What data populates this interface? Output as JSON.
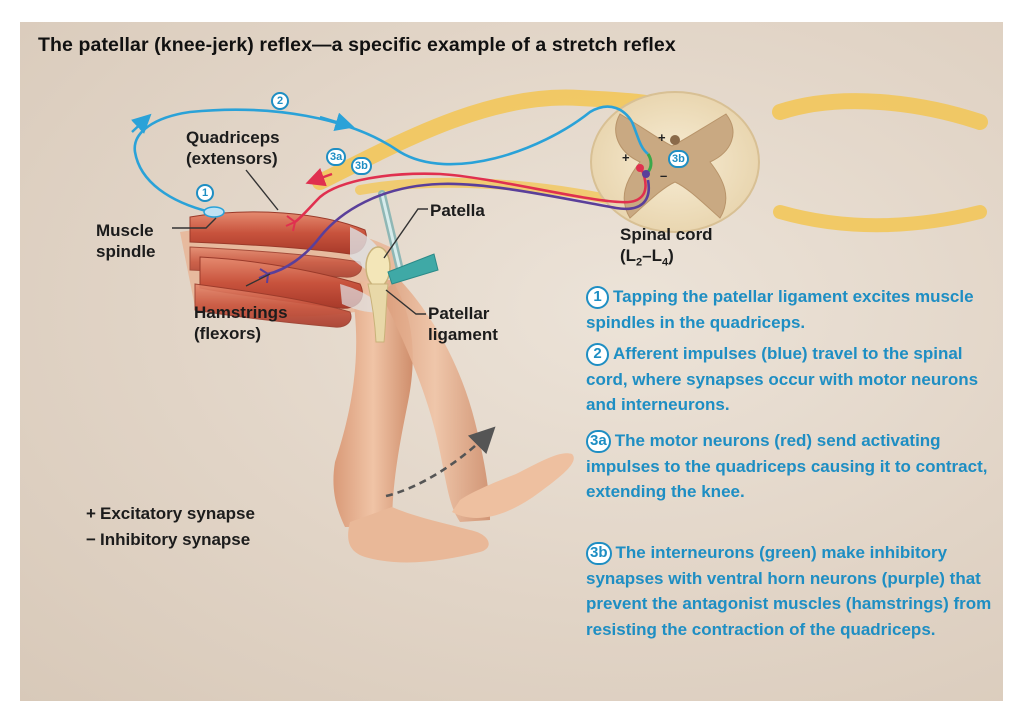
{
  "title": "The patellar (knee-jerk) reflex—a specific example of a stretch reflex",
  "labels": {
    "quadriceps": [
      "Quadriceps",
      "(extensors)"
    ],
    "muscle_spindle": [
      "Muscle",
      "spindle"
    ],
    "hamstrings": [
      "Hamstrings",
      "(flexors)"
    ],
    "patella": "Patella",
    "patellar_ligament": [
      "Patellar",
      "ligament"
    ],
    "spinal_cord": "Spinal cord",
    "spinal_level": {
      "open": "(L",
      "sub1": "2",
      "dash": "–L",
      "sub2": "4",
      "close": ")"
    }
  },
  "markers": {
    "m1": "1",
    "m2": "2",
    "m3a": "3a",
    "m3b": "3b",
    "plus": "+",
    "minus": "–"
  },
  "steps": [
    {
      "badge": "1",
      "text": "Tapping the patellar ligament excites muscle spindles in the quadriceps."
    },
    {
      "badge": "2",
      "text": "Afferent impulses (blue) travel to the spinal cord, where synapses occur with motor neurons and interneurons."
    },
    {
      "badge": "3a",
      "text": "The motor neurons (red) send activating impulses to the quadriceps causing it to contract, extending the knee."
    },
    {
      "badge": "3b",
      "text": "The interneurons (green) make inhibitory synapses with ventral horn neurons (purple) that prevent the antagonist muscles (hamstrings) from resisting the contraction of the quadriceps."
    }
  ],
  "legend": [
    {
      "sign": "+",
      "text": "Excitatory synapse"
    },
    {
      "sign": "−",
      "text": "Inhibitory synapse"
    }
  ],
  "colors": {
    "afferent": "#2aa2d8",
    "motor": "#e0304f",
    "inhibited_motor": "#5a3f9a",
    "interneuron": "#3aa84a",
    "step_text": "#1e8ec3",
    "background": "#e3d7c9"
  }
}
